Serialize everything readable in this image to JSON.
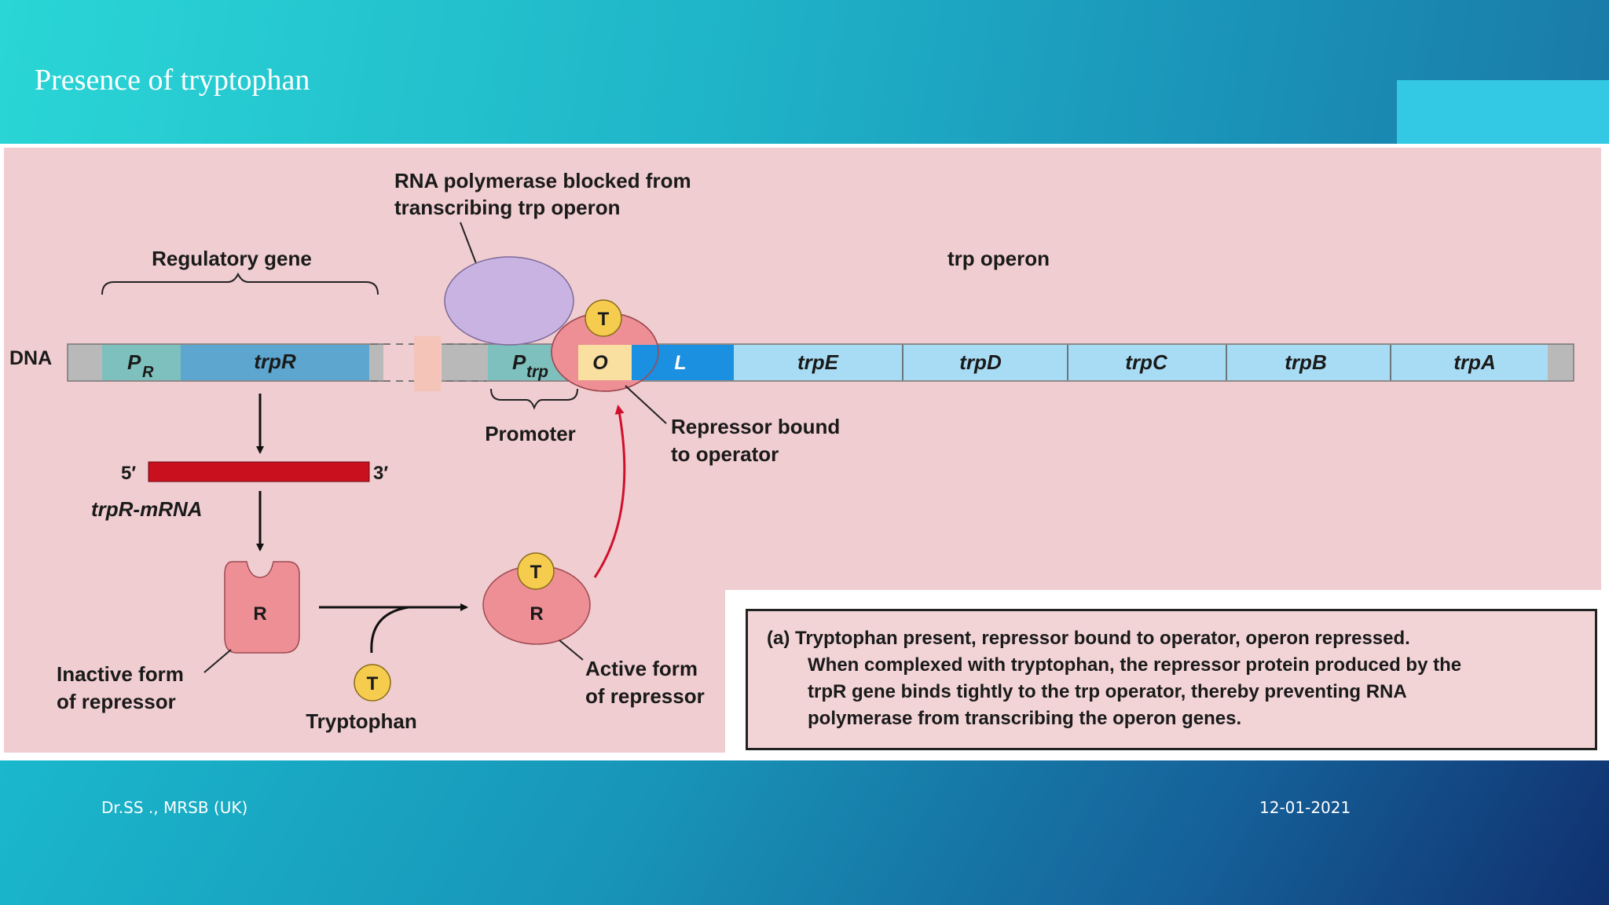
{
  "slide": {
    "title": "Presence of tryptophan",
    "footer_left": "Dr.SS ., MRSB (UK)",
    "footer_right": "12-01-2021"
  },
  "diagram": {
    "rna_pol_label_1": "RNA polymerase blocked from",
    "rna_pol_label_2": "transcribing trp operon",
    "regulatory_gene_label": "Regulatory gene",
    "trp_operon_label": "trp operon",
    "dna_label": "DNA",
    "pr_label": "P",
    "pr_sub": "R",
    "trpr_label": "trpR",
    "ptrp_label": "P",
    "ptrp_sub": "trp",
    "operator_label": "O",
    "leader_label": "L",
    "genes": [
      "trpE",
      "trpD",
      "trpC",
      "trpB",
      "trpA"
    ],
    "promoter_label": "Promoter",
    "repressor_bound_1": "Repressor bound",
    "repressor_bound_2": "to operator",
    "five_prime": "5′",
    "three_prime": "3′",
    "mrna_label": "trpR-mRNA",
    "repressor_symbol": "R",
    "tryptophan_symbol": "T",
    "inactive_1": "Inactive form",
    "inactive_2": "of repressor",
    "tryptophan_label": "Tryptophan",
    "active_1": "Active form",
    "active_2": "of repressor"
  },
  "caption": {
    "heading": "(a) Tryptophan present, repressor bound to operator, operon repressed.",
    "line1": "When complexed with tryptophan, the repressor protein produced by the",
    "line2": "trpR gene binds tightly to the trp operator, thereby preventing RNA",
    "line3": "polymerase from transcribing the operon genes."
  },
  "colors": {
    "panel": "#f0cdd1",
    "rna_polymerase": "#c9b3e3",
    "repressor": "#ee8f96",
    "tryptophan": "#f5cc4e",
    "mrna": "#c8101e",
    "gene_light_blue": "#a8dcf4",
    "leader_blue": "#1b8fe0",
    "trpR_blue": "#5ca6cf",
    "arrow_red": "#d0102a"
  }
}
